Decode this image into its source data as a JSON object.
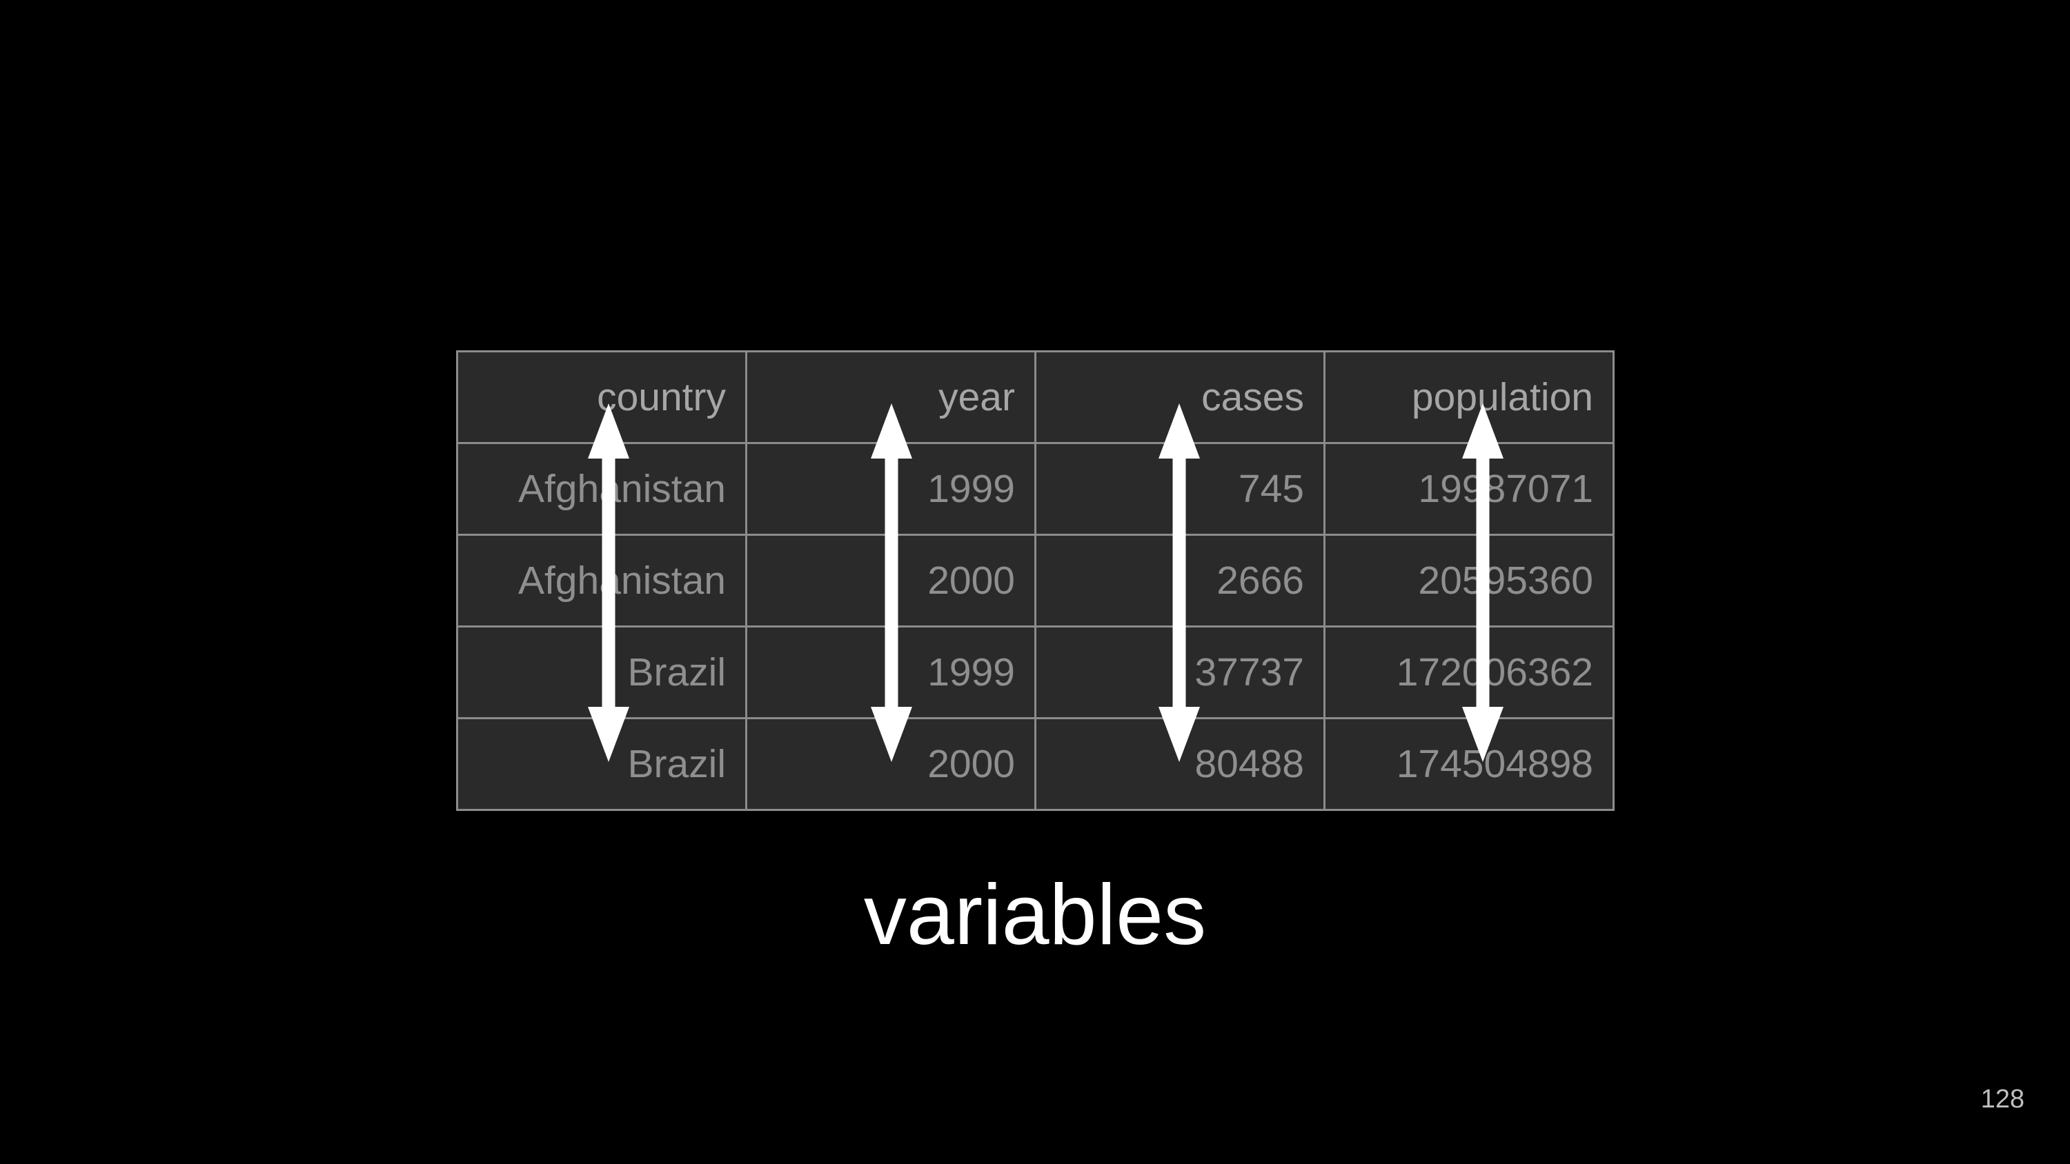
{
  "table": {
    "columns": [
      "country",
      "year",
      "cases",
      "population"
    ],
    "rows": [
      [
        "Afghanistan",
        "1999",
        "745",
        "19987071"
      ],
      [
        "Afghanistan",
        "2000",
        "2666",
        "20595360"
      ],
      [
        "Brazil",
        "1999",
        "37737",
        "172006362"
      ],
      [
        "Brazil",
        "2000",
        "80488",
        "174504898"
      ]
    ]
  },
  "caption": "variables",
  "page_number": "128",
  "colors": {
    "background": "#000000",
    "table_fill": "#2a2a2a",
    "cell_text": "#8f8f8f",
    "arrow": "#ffffff",
    "caption": "#ffffff"
  },
  "arrows": {
    "icon": "double-headed-vertical-arrow",
    "count": 4
  }
}
